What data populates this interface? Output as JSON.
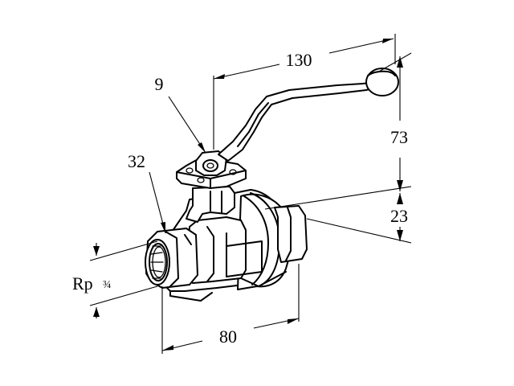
{
  "callouts": {
    "lever_screw": "9",
    "wrench_size": "32"
  },
  "dimensions": {
    "lever_length": "130",
    "lever_height": "73",
    "centerline_height": "23",
    "body_length": "80"
  },
  "thread": {
    "prefix": "Rp",
    "size": "¾"
  }
}
